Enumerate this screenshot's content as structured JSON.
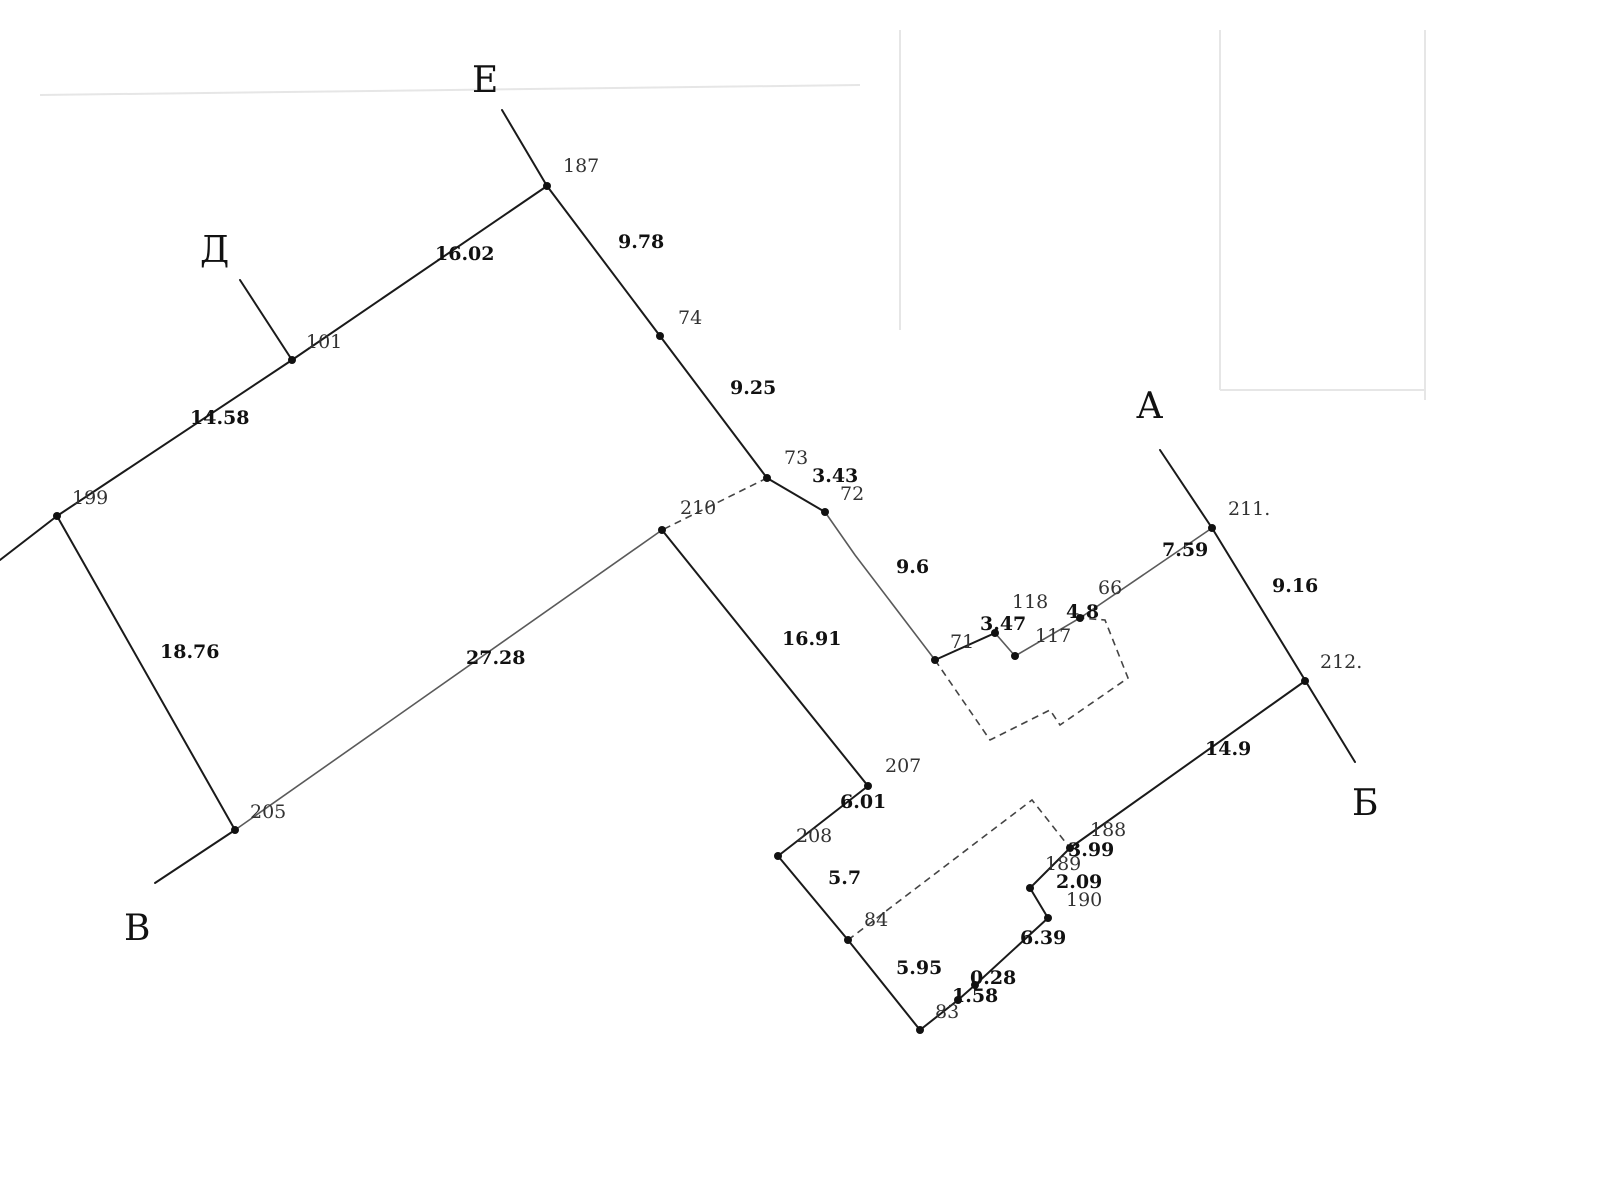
{
  "directions": {
    "A": "А",
    "B": "Б",
    "V": "В",
    "D": "Д",
    "E": "Е"
  },
  "points": {
    "p187": "187",
    "p74": "74",
    "p73": "73",
    "p72": "72",
    "p101": "101",
    "p199": "199",
    "p210": "210",
    "p205": "205",
    "p207": "207",
    "p208": "208",
    "p84": "84",
    "p83": "83",
    "p211": "211.",
    "p212": "212.",
    "p71": "71",
    "p118": "118",
    "p117": "117",
    "p66": "66",
    "p188": "188",
    "p189": "189",
    "p190": "190"
  },
  "dimensions": {
    "d_187_101": "16.02",
    "d_101_199": "14.58",
    "d_187_74": "9.78",
    "d_74_73": "9.25",
    "d_73_72": "3.43",
    "d_72_71": "9.6",
    "d_199_205": "18.76",
    "d_210_205": "27.28",
    "d_210_207": "16.91",
    "d_207_208": "6.01",
    "d_208_84": "5.7",
    "d_84_83": "5.95",
    "d_83_small": "1.58",
    "d_small_b": "0.28",
    "d_190_small": "6.39",
    "d_189_190": "2.09",
    "d_188_189": "3.99",
    "d_212_188": "14.9",
    "d_211_212": "9.16",
    "d_66_211": "7.59",
    "d_71_118": "3.47",
    "d_118_66": "4.8"
  }
}
